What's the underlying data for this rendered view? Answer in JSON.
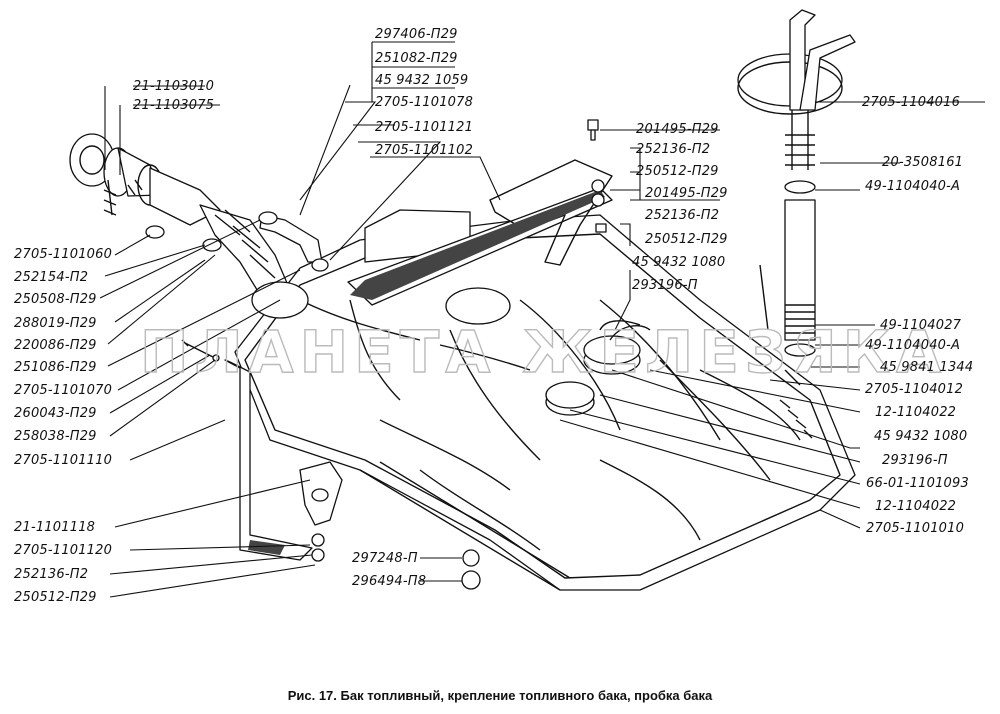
{
  "watermark": "ПЛАНЕТА ЖЕЛЕЗЯКА",
  "caption": "Рис. 17. Бак топливный, крепление топливного бака, пробка бака",
  "labels": {
    "l1": "21-1103010",
    "l2": "21-1103075",
    "l3": "297406-П29",
    "l4": "251082-П29",
    "l5": "45 9432 1059",
    "l6": "2705-1101078",
    "l7": "2705-1101121",
    "l8": "2705-1101102",
    "l9": "2705-1104016",
    "l10": "201495-П29",
    "l11": "252136-П2",
    "l12": "250512-П29",
    "l13": "201495-П29",
    "l14": "252136-П2",
    "l15": "250512-П29",
    "l16": "20-3508161",
    "l17": "49-1104040-А",
    "l18": "45 9432 1080",
    "l19": "293196-П",
    "l20": "2705-1101060",
    "l21": "252154-П2",
    "l22": "250508-П29",
    "l23": "288019-П29",
    "l24": "220086-П29",
    "l25": "251086-П29",
    "l26": "2705-1101070",
    "l27": "260043-П29",
    "l28": "258038-П29",
    "l29": "2705-1101110",
    "l30": "49-1104027",
    "l31": "49-1104040-А",
    "l32": "45 9841 1344",
    "l33": "2705-1104012",
    "l34": "12-1104022",
    "l35": "45 9432 1080",
    "l36": "293196-П",
    "l37": "66-01-1101093",
    "l38": "12-1104022",
    "l39": "2705-1101010",
    "l40": "21-1101118",
    "l41": "2705-1101120",
    "l42": "252136-П2",
    "l43": "250512-П29",
    "l44": "297248-П",
    "l45": "296494-П8"
  }
}
